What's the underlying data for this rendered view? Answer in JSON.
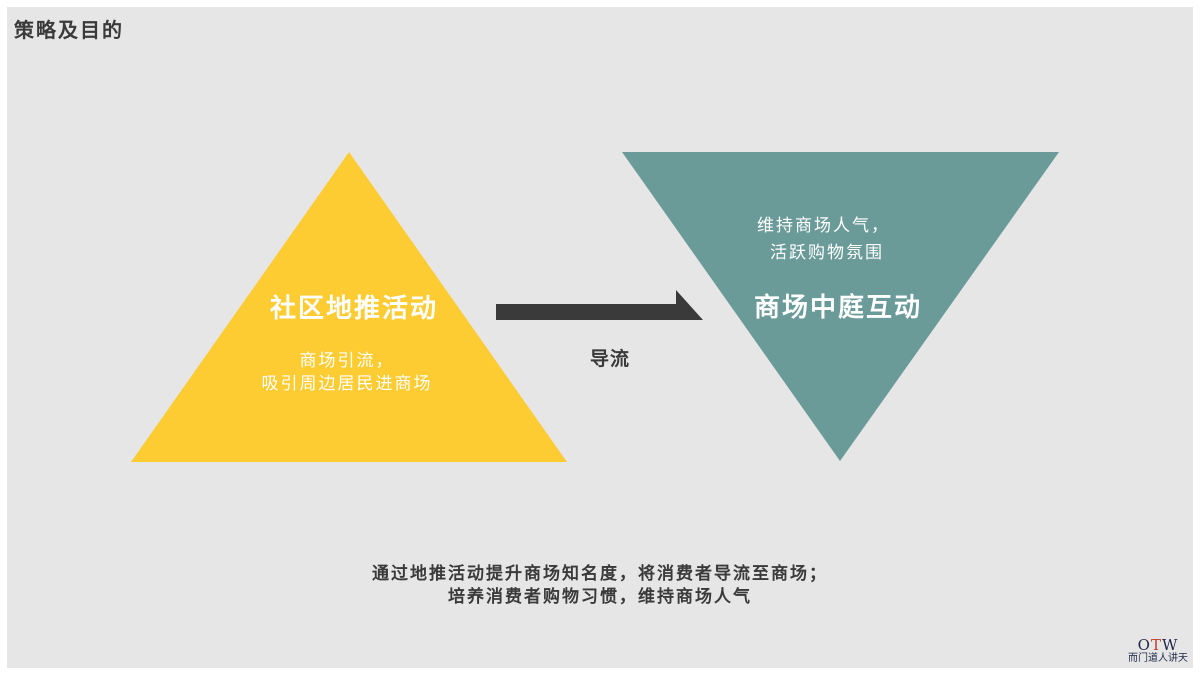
{
  "slide": {
    "title": "策略及目的",
    "colors": {
      "background": "#e6e6e6",
      "yellow_triangle": "#fdcb32",
      "teal_triangle": "#6a9b99",
      "arrow": "#3a3a3a",
      "text_dark": "#3a3a3a"
    },
    "left_block": {
      "heading": "社区地推活动",
      "sub_line1": "商场引流，",
      "sub_line2": "吸引周边居民进商场"
    },
    "arrow": {
      "label": "导流",
      "icon": "right-arrow-icon"
    },
    "right_block": {
      "sub_line1": "维持商场人气，",
      "sub_line2": "活跃购物氛围",
      "heading": "商场中庭互动"
    },
    "summary": {
      "line1": "通过地推活动提升商场知名度，将消费者导流至商场；",
      "line2": "培养消费者购物习惯，维持商场人气"
    },
    "logo": {
      "mark_left": "O",
      "mark_accent": "T",
      "mark_right": "W",
      "subtitle": "而门道人讲天"
    }
  }
}
